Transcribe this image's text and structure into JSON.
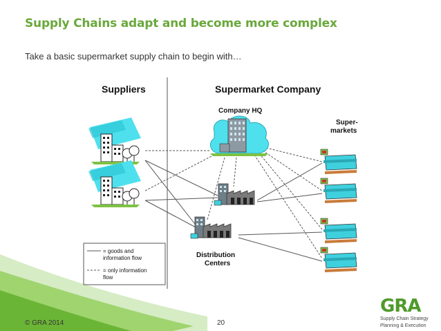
{
  "slide": {
    "title": "Supply Chains adapt and become more complex",
    "subtitle": "Take a basic supermarket supply chain to begin with…"
  },
  "diagram": {
    "suppliers_label": "Suppliers",
    "company_label": "Supermarket Company",
    "hq_label": "Company HQ",
    "supermarkets_label_line1": "Super-",
    "supermarkets_label_line2": "markets",
    "dc_label_line1": "Distribution",
    "dc_label_line2": "Centers",
    "legend": {
      "solid_line1": "= goods and",
      "solid_line2": "information flow",
      "dashed_line1": "= only information",
      "dashed_line2": "flow"
    }
  },
  "footer": {
    "copyright": "© GRA 2014",
    "page_number": "20"
  },
  "logo": {
    "name": "GRA",
    "tagline_line1": "Supply Chain Strategy",
    "tagline_line2": "Planning & Execution"
  },
  "colors": {
    "title": "#6aa83c",
    "accent_green": "#7dc243",
    "store_cyan": "#3fd0de"
  }
}
